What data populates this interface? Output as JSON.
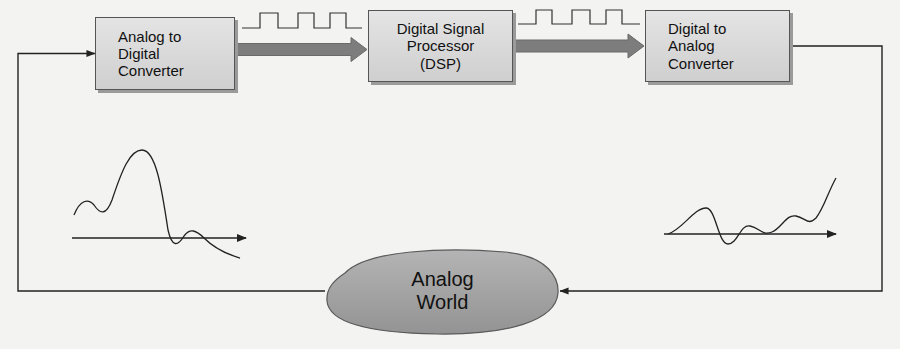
{
  "diagram": {
    "nodes": [
      {
        "text": [
          "Analog to Digital Converter"
        ]
      },
      {
        "text": [
          "Digital Signal Processor (DSP)"
        ]
      },
      {
        "text": [
          "Digital to Analog Converter"
        ]
      },
      {
        "text": [
          "Analog World"
        ]
      }
    ],
    "edges": [
      {
        "from": 0,
        "to": 1,
        "arrow": "to"
      },
      {
        "from": 1,
        "to": 2,
        "arrow": "to"
      },
      {
        "from": 2,
        "to": 3,
        "arrow": "to"
      },
      {
        "from": 3,
        "to": 0,
        "arrow": "to"
      }
    ]
  }
}
